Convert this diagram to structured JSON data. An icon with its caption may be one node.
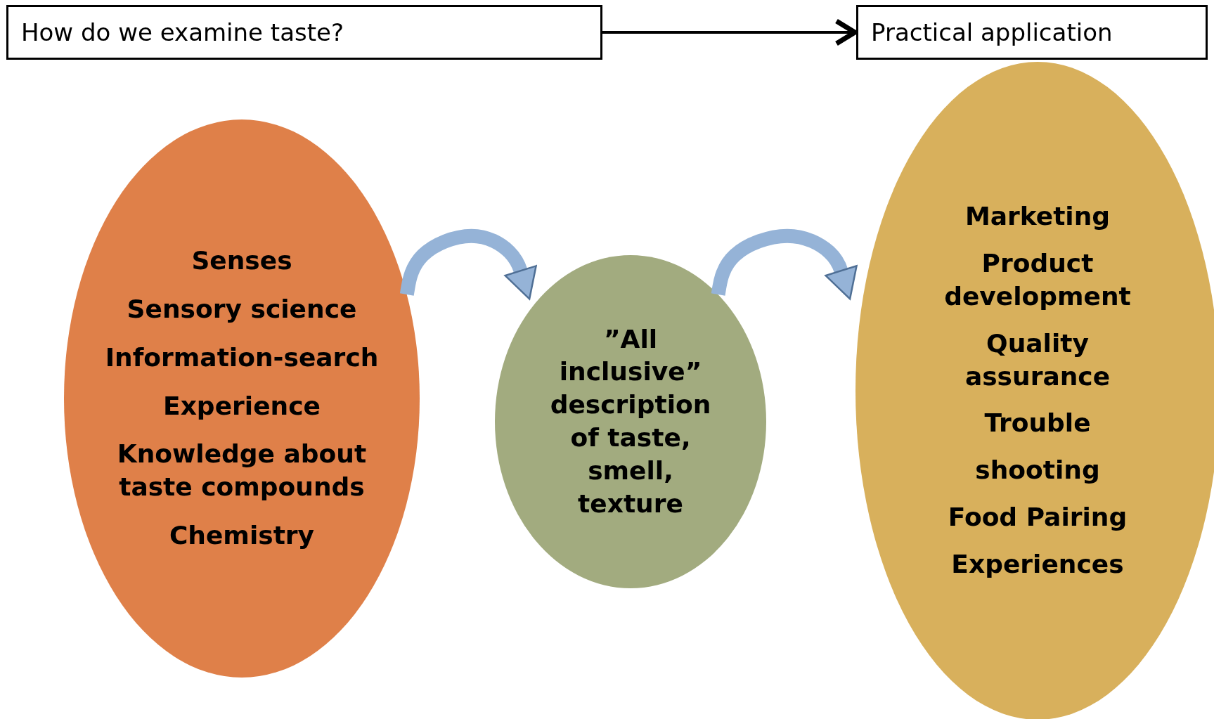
{
  "diagram": {
    "nodes": [
      {
        "text": [
          "How do we examine taste?"
        ]
      },
      {
        "text": [
          "Practical application"
        ]
      },
      {
        "text": [
          "Senses",
          "Sensory science",
          "Information-search",
          "Experience",
          "Knowledge about taste compounds",
          "Chemistry"
        ]
      },
      {
        "text": [
          "”All inclusive” description of taste, smell, texture"
        ]
      },
      {
        "text": [
          "Marketing",
          "Product development",
          "Quality assurance",
          "Trouble",
          "shooting",
          "Food Pairing",
          "Experiences"
        ]
      }
    ],
    "edges": [
      {
        "from": 0,
        "to": 1,
        "arrow": "to",
        "color": "#000000"
      },
      {
        "from": 2,
        "to": 3,
        "arrow": "to"
      },
      {
        "from": 3,
        "to": 4,
        "arrow": "to"
      }
    ]
  }
}
